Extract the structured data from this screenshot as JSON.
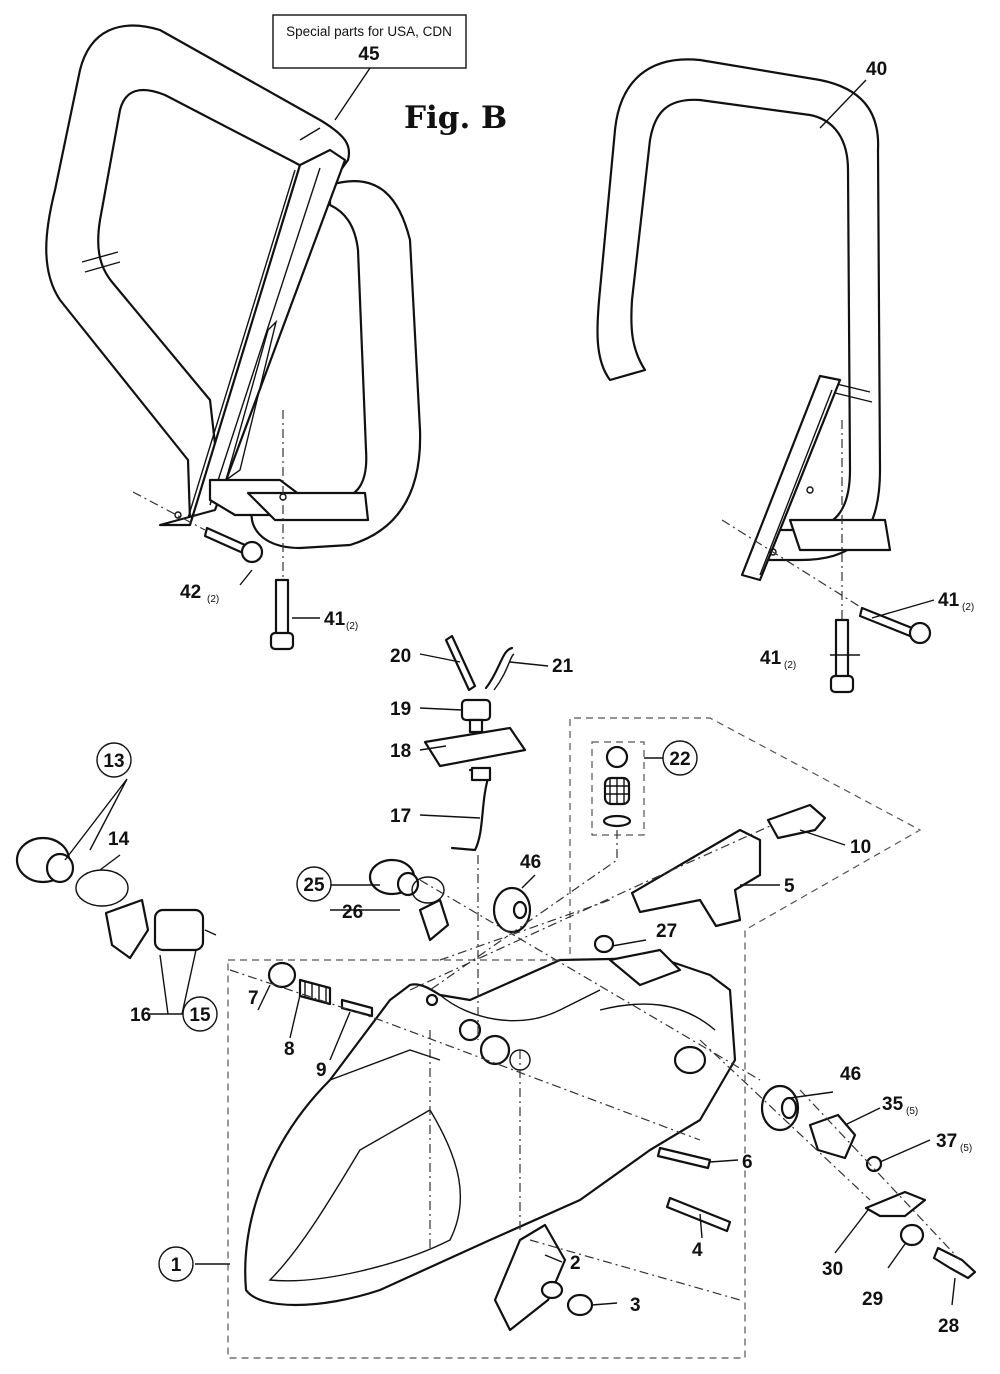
{
  "figure": {
    "title": "Fig. B",
    "note_box": {
      "line1": "Special parts for USA, CDN",
      "line2": "45"
    }
  },
  "labels": {
    "p1": "1",
    "p2": "2",
    "p3": "3",
    "p4": "4",
    "p5": "5",
    "p6": "6",
    "p7": "7",
    "p8": "8",
    "p9": "9",
    "p10": "10",
    "p13": "13",
    "p14": "14",
    "p15": "15",
    "p16": "16",
    "p17": "17",
    "p18": "18",
    "p19": "19",
    "p20": "20",
    "p21": "21",
    "p22": "22",
    "p25": "25",
    "p26": "26",
    "p27": "27",
    "p28": "28",
    "p29": "29",
    "p30": "30",
    "p35": "35",
    "p35_qty": "(5)",
    "p37": "37",
    "p37_qty": "(5)",
    "p40": "40",
    "p41a": "41",
    "p41a_qty": "(2)",
    "p41b": "41",
    "p41b_qty": "(2)",
    "p41c": "41",
    "p41c_qty": "(2)",
    "p42": "42",
    "p42_qty": "(2)",
    "p46a": "46",
    "p46b": "46"
  }
}
